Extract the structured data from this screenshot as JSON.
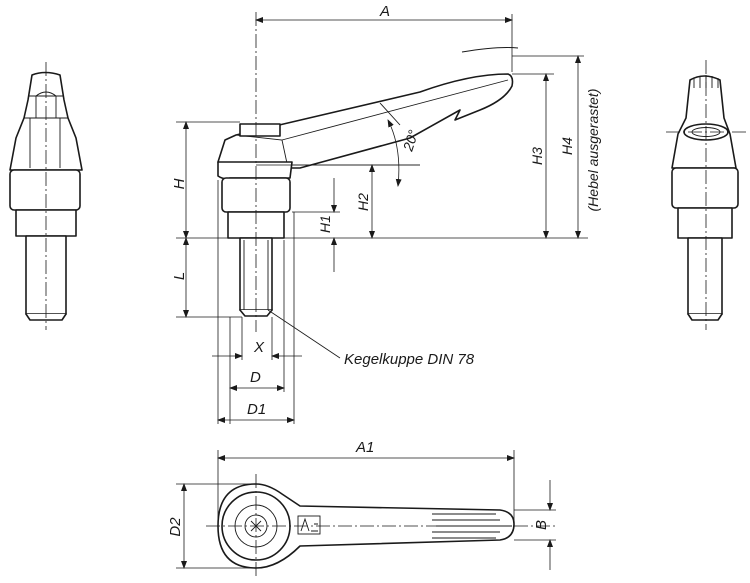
{
  "dimensions": {
    "A": "A",
    "A1": "A1",
    "H": "H",
    "H1": "H1",
    "H2": "H2",
    "H3": "H3",
    "H4": "H4",
    "L": "L",
    "X": "X",
    "D": "D",
    "D1": "D1",
    "D2": "D2",
    "B": "B"
  },
  "angle_label": "20°",
  "notes": {
    "cone_point": "Kegelkuppe DIN 78",
    "lever_released": "(Hebel ausgerastet)"
  }
}
